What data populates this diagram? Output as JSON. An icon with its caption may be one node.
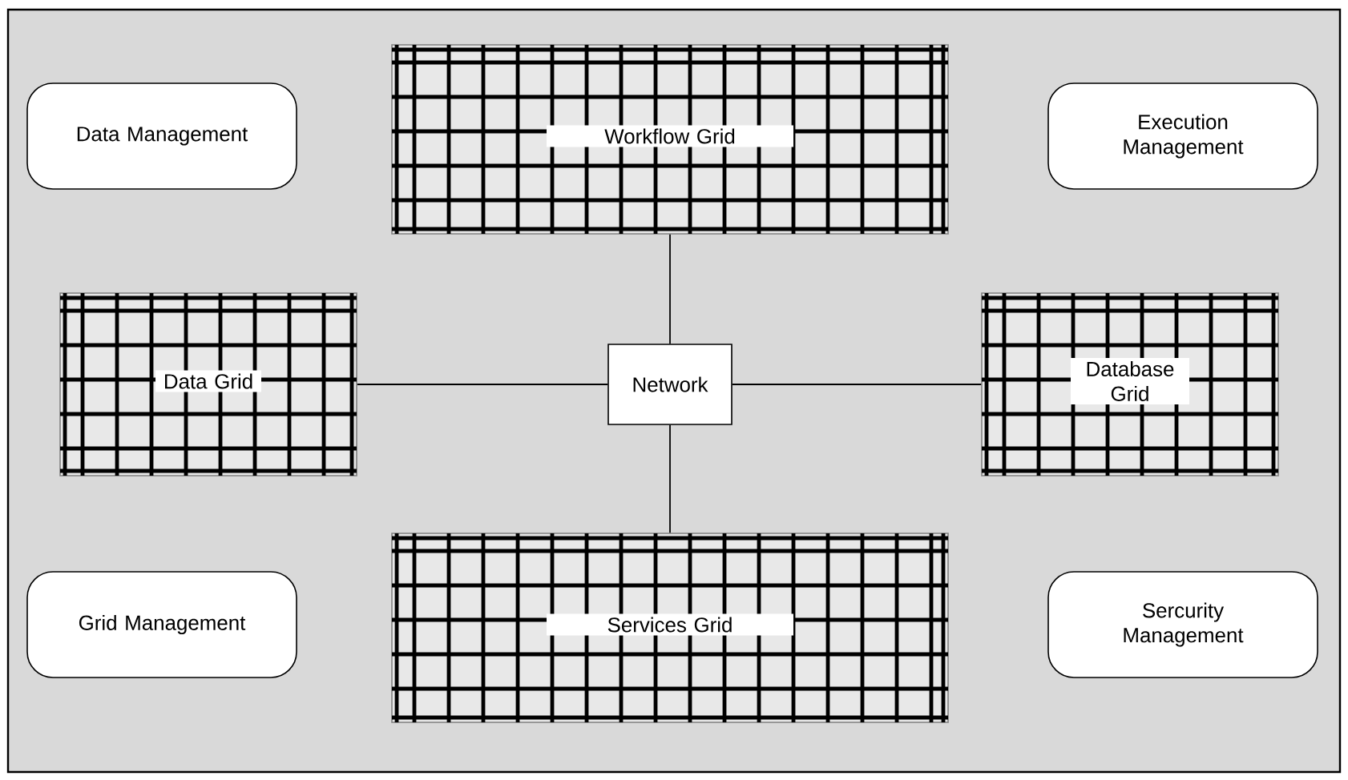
{
  "diagram": {
    "nodes": [
      {
        "text": [
          "Data Management"
        ]
      },
      {
        "text": [
          "Workflow Grid"
        ]
      },
      {
        "text": [
          "Execution Management"
        ]
      },
      {
        "text": [
          "Data Grid"
        ]
      },
      {
        "text": [
          "Network"
        ]
      },
      {
        "text": [
          "Database Grid"
        ]
      },
      {
        "text": [
          "Grid Management"
        ]
      },
      {
        "text": [
          "Services Grid"
        ]
      },
      {
        "text": [
          "Sercurity Management"
        ]
      }
    ],
    "edges": [
      {
        "from": 4,
        "to": 1,
        "arrow": "none"
      },
      {
        "from": 3,
        "to": 4,
        "arrow": "none"
      },
      {
        "from": 4,
        "to": 5,
        "arrow": "none"
      },
      {
        "from": 4,
        "to": 7,
        "arrow": "none"
      }
    ]
  }
}
